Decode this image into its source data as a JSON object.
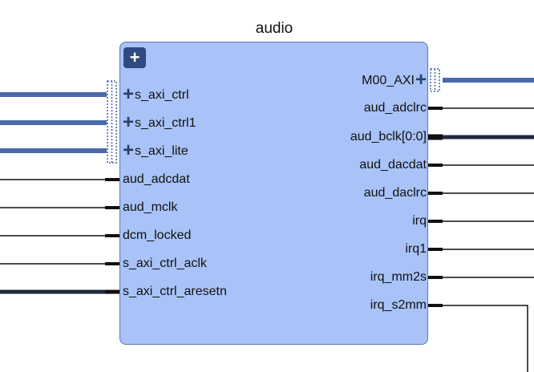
{
  "block": {
    "title": "audio",
    "expand_symbol": "+",
    "interface_expand_symbol": "+"
  },
  "left_ports": [
    {
      "name": "s_axi_ctrl",
      "kind": "interface"
    },
    {
      "name": "s_axi_ctrl1",
      "kind": "interface"
    },
    {
      "name": "s_axi_lite",
      "kind": "interface"
    },
    {
      "name": "aud_adcdat",
      "kind": "signal"
    },
    {
      "name": "aud_mclk",
      "kind": "signal"
    },
    {
      "name": "dcm_locked",
      "kind": "signal"
    },
    {
      "name": "s_axi_ctrl_aclk",
      "kind": "signal"
    },
    {
      "name": "s_axi_ctrl_aresetn",
      "kind": "signal"
    }
  ],
  "right_ports": [
    {
      "name": "M00_AXI",
      "kind": "interface"
    },
    {
      "name": "aud_adclrc",
      "kind": "signal"
    },
    {
      "name": "aud_bclk[0:0]",
      "kind": "bus"
    },
    {
      "name": "aud_dacdat",
      "kind": "signal"
    },
    {
      "name": "aud_daclrc",
      "kind": "signal"
    },
    {
      "name": "irq",
      "kind": "signal"
    },
    {
      "name": "irq1",
      "kind": "signal"
    },
    {
      "name": "irq_mm2s",
      "kind": "signal"
    },
    {
      "name": "irq_s2mm",
      "kind": "signal"
    }
  ],
  "colors": {
    "block_fill": "#a9c2f7",
    "block_border": "#5a77b0",
    "interface_wire": "#4a6aa8",
    "signal_wire": "#111111",
    "bus_wire": "#1e2a3a"
  }
}
